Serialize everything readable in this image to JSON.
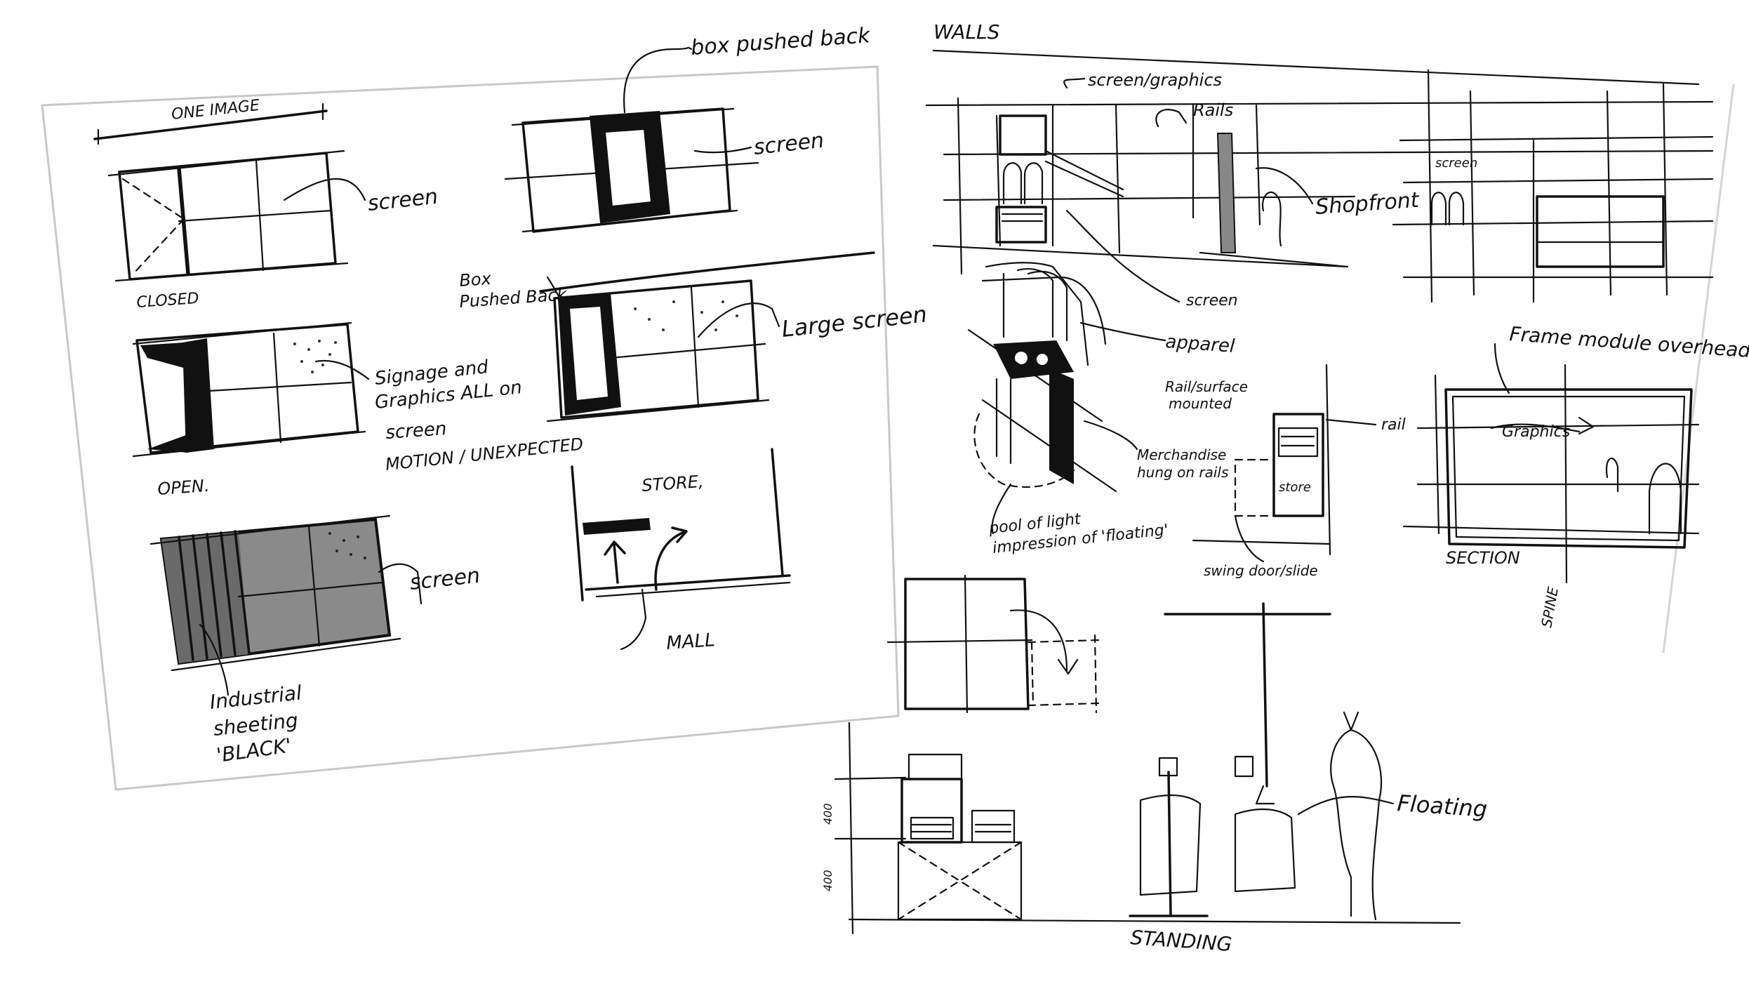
{
  "left_sheet": {
    "one_image": "ONE IMAGE",
    "closed": "CLOSED",
    "screen_1": "screen",
    "box_pushed_back_top": "box pushed back",
    "screen_2": "screen",
    "open": "OPEN.",
    "signage_1": "Signage and",
    "signage_2": "Graphics ALL on",
    "signage_3": "screen",
    "signage_4": "MOTION / UNEXPECTED",
    "box_pushed_back_1": "Box",
    "box_pushed_back_2": "Pushed Back",
    "large_screen": "Large screen",
    "screen_3": "screen",
    "industrial_1": "Industrial",
    "industrial_2": "sheeting",
    "industrial_3": "'BLACK'",
    "store": "STORE,",
    "mall": "MALL"
  },
  "right_sheet": {
    "walls": "WALLS",
    "screen_graphics": "screen/graphics",
    "rails": "Rails",
    "shopfront": "Shopfront",
    "screen_small": "screen",
    "screen_mid": "screen",
    "apparel": "apparel",
    "rail_surface_1": "Rail/surface",
    "rail_surface_2": "mounted",
    "merch_1": "Merchandise",
    "merch_2": "hung on rails",
    "pool_1": "pool of light",
    "pool_2": "impression of 'floating'",
    "rail": "rail",
    "store_small": "store",
    "swing_door": "swing door/slide",
    "frame_module": "Frame module overhead",
    "graphics": "Graphics",
    "section": "SECTION",
    "spine": "SPINE",
    "floating": "Floating",
    "standing": "STANDING",
    "dim_400_a": "400",
    "dim_400_b": "400"
  }
}
